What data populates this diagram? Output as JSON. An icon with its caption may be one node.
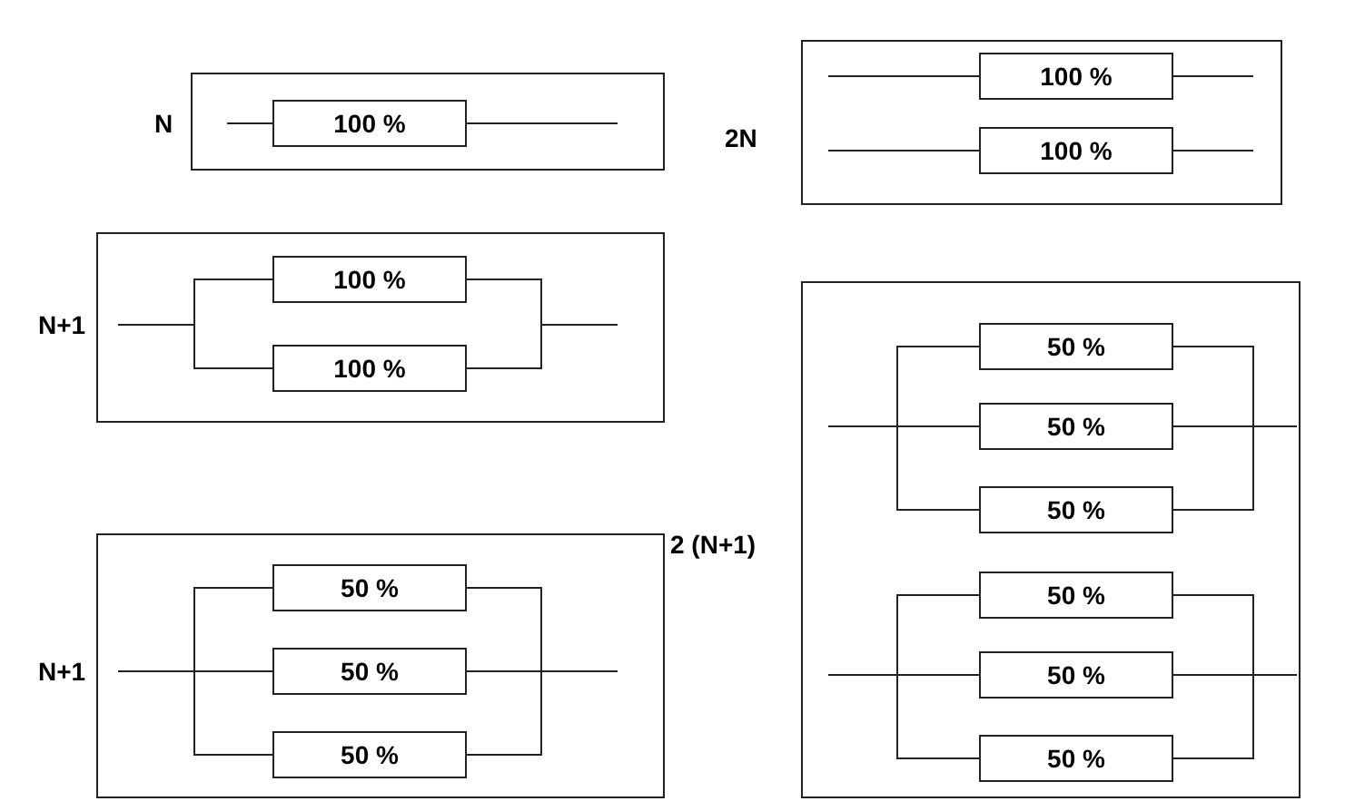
{
  "diagram": {
    "nodes": [
      {
        "text": [
          "N"
        ]
      },
      {
        "text": [
          "100 %"
        ],
        "in": 0
      },
      {
        "text": [
          "2N"
        ]
      },
      {
        "text": [
          "100 %"
        ],
        "in": 2
      },
      {
        "text": [
          "100 %"
        ],
        "in": 2
      },
      {
        "text": [
          "N+1"
        ]
      },
      {
        "text": [
          "100 %"
        ],
        "in": 5
      },
      {
        "text": [
          "100 %"
        ],
        "in": 5
      },
      {
        "text": [
          "2 (N+1)"
        ]
      },
      {
        "text": [
          "50 %"
        ],
        "in": 8
      },
      {
        "text": [
          "50 %"
        ],
        "in": 8
      },
      {
        "text": [
          "50 %"
        ],
        "in": 8
      },
      {
        "text": [
          "50 %"
        ],
        "in": 8
      },
      {
        "text": [
          "50 %"
        ],
        "in": 8
      },
      {
        "text": [
          "50 %"
        ],
        "in": 8
      },
      {
        "text": [
          "N+1"
        ]
      },
      {
        "text": [
          "50 %"
        ],
        "in": 15
      },
      {
        "text": [
          "50 %"
        ],
        "in": 15
      },
      {
        "text": [
          "50 %"
        ],
        "in": 15
      }
    ],
    "edges": [
      {
        "from": null,
        "to": 1,
        "arrow": "none"
      },
      {
        "from": 1,
        "to": null,
        "arrow": "none"
      },
      {
        "from": null,
        "to": 3,
        "arrow": "none"
      },
      {
        "from": 3,
        "to": null,
        "arrow": "none"
      },
      {
        "from": null,
        "to": 4,
        "arrow": "none"
      },
      {
        "from": 4,
        "to": null,
        "arrow": "none"
      },
      {
        "from": null,
        "to": 6,
        "arrow": "none"
      },
      {
        "from": 6,
        "to": null,
        "arrow": "none"
      },
      {
        "from": null,
        "to": 7,
        "arrow": "none"
      },
      {
        "from": 7,
        "to": null,
        "arrow": "none"
      },
      {
        "from": null,
        "to": 9,
        "arrow": "none"
      },
      {
        "from": 9,
        "to": null,
        "arrow": "none"
      },
      {
        "from": null,
        "to": 10,
        "arrow": "none"
      },
      {
        "from": 10,
        "to": null,
        "arrow": "none"
      },
      {
        "from": null,
        "to": 11,
        "arrow": "none"
      },
      {
        "from": 11,
        "to": null,
        "arrow": "none"
      },
      {
        "from": null,
        "to": 12,
        "arrow": "none"
      },
      {
        "from": 12,
        "to": null,
        "arrow": "none"
      },
      {
        "from": null,
        "to": 13,
        "arrow": "none"
      },
      {
        "from": 13,
        "to": null,
        "arrow": "none"
      },
      {
        "from": null,
        "to": 14,
        "arrow": "none"
      },
      {
        "from": 14,
        "to": null,
        "arrow": "none"
      },
      {
        "from": null,
        "to": 16,
        "arrow": "none"
      },
      {
        "from": 16,
        "to": null,
        "arrow": "none"
      },
      {
        "from": null,
        "to": 17,
        "arrow": "none"
      },
      {
        "from": 17,
        "to": null,
        "arrow": "none"
      },
      {
        "from": null,
        "to": 18,
        "arrow": "none"
      },
      {
        "from": 18,
        "to": null,
        "arrow": "none"
      }
    ]
  }
}
